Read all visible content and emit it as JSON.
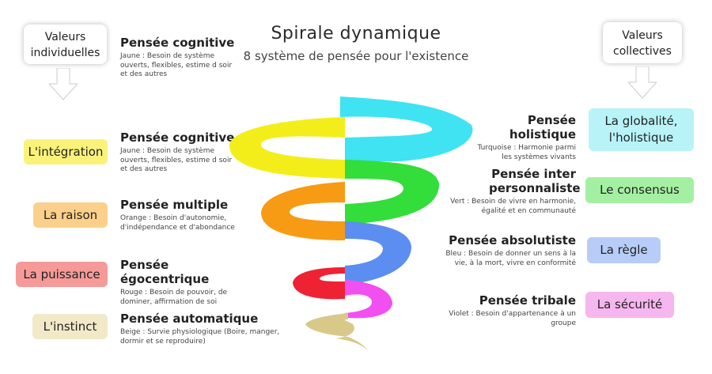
{
  "header": {
    "title": "Spirale dynamique",
    "subtitle": "8 système de pensée pour l'existence"
  },
  "callouts": {
    "left": "Valeurs individuelles",
    "right": "Valeurs collectives"
  },
  "left_thoughts": [
    {
      "title": "Pensée cognitive",
      "desc": "Jaune : Besoin de système ouverts, flexibles, estime d soir et des autres"
    },
    {
      "title": "Pensée cognitive",
      "desc": "Jaune : Besoin de système ouverts, flexibles, estime d soir et des autres"
    },
    {
      "title": "Pensée multiple",
      "desc": "Orange : Besoin d'autonomie, d'indépendance et d'abondance"
    },
    {
      "title": "Pensée égocentrique",
      "desc": "Rouge : Besoin de pouvoir, de dominer, affirmation de soi"
    },
    {
      "title": "Pensée automatique",
      "desc": "Beige : Survie physiologique (Boire, manger, dormir et se reproduire)"
    }
  ],
  "right_thoughts": [
    {
      "title": "Pensée holistique",
      "desc": "Turquoise : Harmonie parmi les systèmes vivants"
    },
    {
      "title": "Pensée inter personnaliste",
      "desc": "Vert : Besoin de vivre en harmonie, égalité et en communauté"
    },
    {
      "title": "Pensée absolutiste",
      "desc": "Bleu : Besoin de donner un sens à la vie, à la mort, vivre en conformité"
    },
    {
      "title": "Pensée tribale",
      "desc": "Violet : Besoin d'appartenance à un groupe"
    }
  ],
  "left_pills": [
    {
      "label": "L'intégration",
      "color": "#fbf27a"
    },
    {
      "label": "La raison",
      "color": "#fbd08a"
    },
    {
      "label": "La puissance",
      "color": "#f59a98"
    },
    {
      "label": "L'instinct",
      "color": "#f1e9c8"
    }
  ],
  "right_pills": [
    {
      "label": "La globalité, l'holistique",
      "color": "#b8f3f8"
    },
    {
      "label": "Le consensus",
      "color": "#a4f0a2"
    },
    {
      "label": "La règle",
      "color": "#b7cdf7"
    },
    {
      "label": "La sécurité",
      "color": "#f6b6ef"
    }
  ],
  "colors": {
    "turquoise": "#3fe3f2",
    "green": "#33dd3a",
    "yellow": "#f3ee1a",
    "orange": "#f79b14",
    "blue": "#5b8ef0",
    "red": "#ef2233",
    "violet": "#f24ff0",
    "beige": "#d9c989"
  }
}
